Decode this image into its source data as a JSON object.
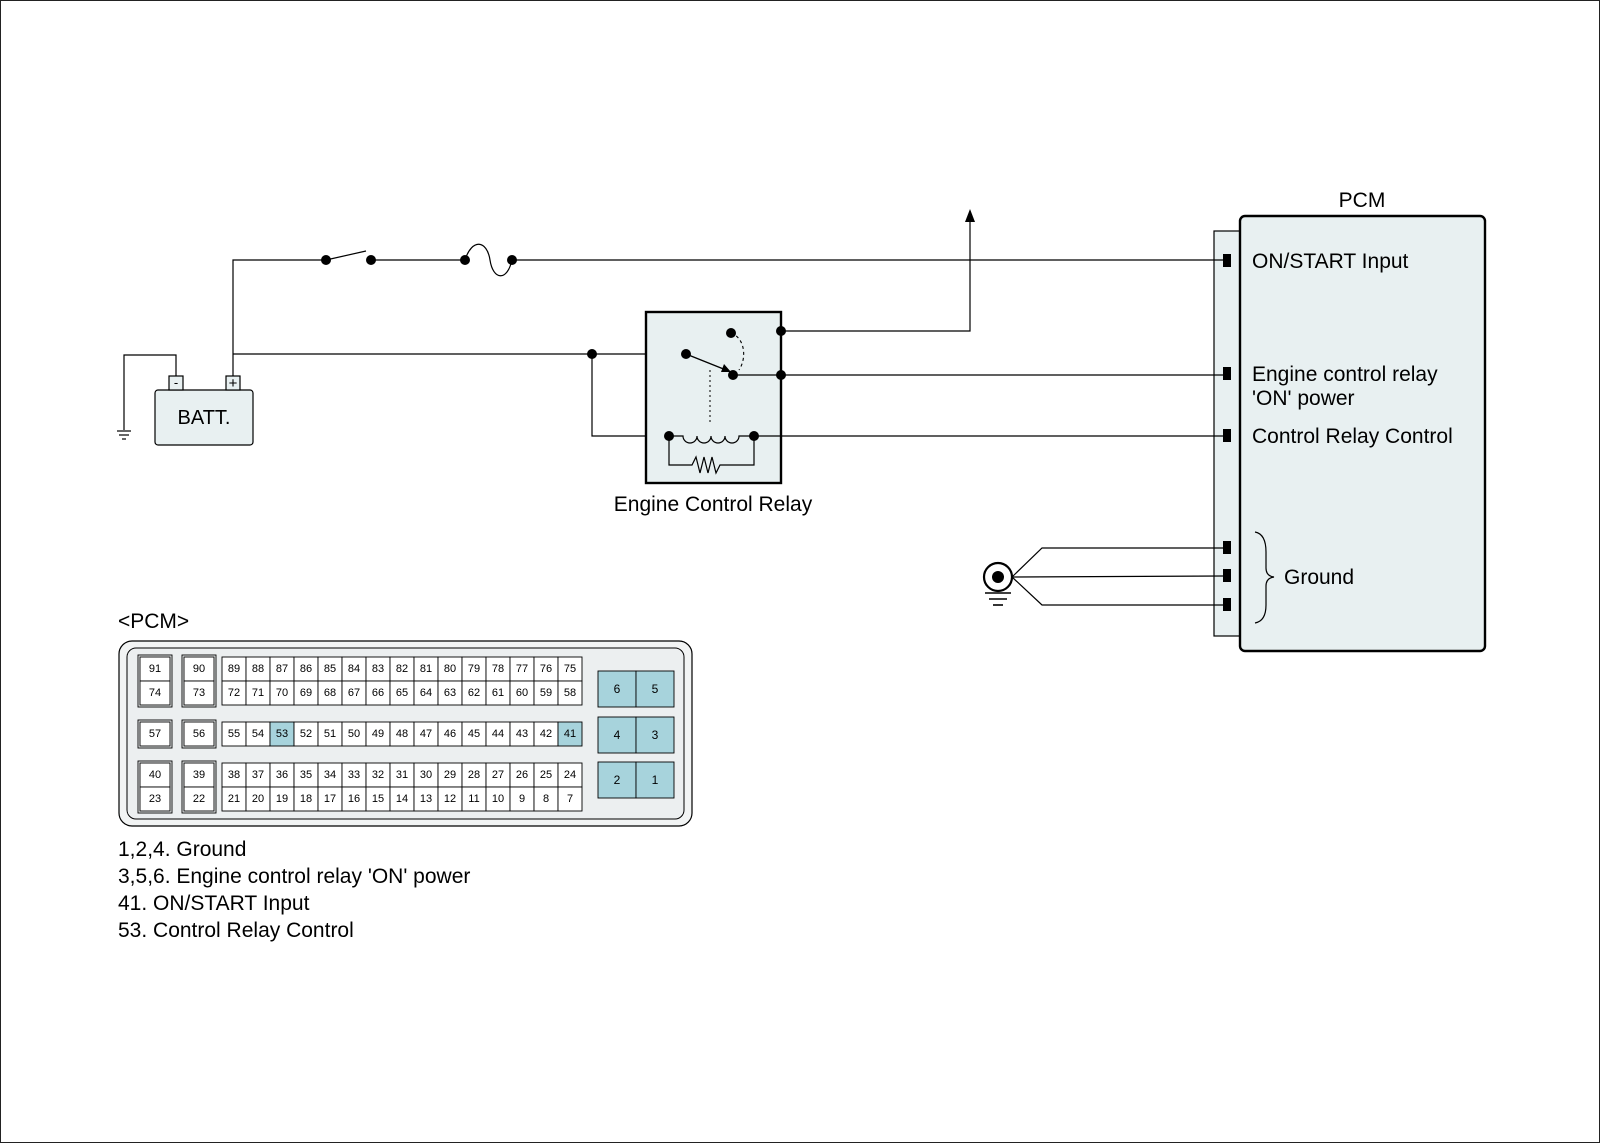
{
  "pcm": {
    "title": "PCM",
    "inputs": {
      "on_start": "ON/START Input",
      "ecr_power_line1": "Engine control relay",
      "ecr_power_line2": "'ON' power",
      "relay_control": "Control Relay Control",
      "ground": "Ground"
    }
  },
  "battery": {
    "label": "BATT.",
    "neg": "-",
    "pos": "+"
  },
  "relay": {
    "label": "Engine Control Relay"
  },
  "connector": {
    "title": "<PCM>",
    "highlight_color": "#a7d3dc",
    "rows": [
      [
        "91",
        "90",
        "89",
        "88",
        "87",
        "86",
        "85",
        "84",
        "83",
        "82",
        "81",
        "80",
        "79",
        "78",
        "77",
        "76",
        "75"
      ],
      [
        "74",
        "73",
        "72",
        "71",
        "70",
        "69",
        "68",
        "67",
        "66",
        "65",
        "64",
        "63",
        "62",
        "61",
        "60",
        "59",
        "58"
      ],
      [
        "57",
        "56",
        "55",
        "54",
        "53",
        "52",
        "51",
        "50",
        "49",
        "48",
        "47",
        "46",
        "45",
        "44",
        "43",
        "42",
        "41"
      ],
      [
        "40",
        "39",
        "38",
        "37",
        "36",
        "35",
        "34",
        "33",
        "32",
        "31",
        "30",
        "29",
        "28",
        "27",
        "26",
        "25",
        "24"
      ],
      [
        "23",
        "22",
        "21",
        "20",
        "19",
        "18",
        "17",
        "16",
        "15",
        "14",
        "13",
        "12",
        "11",
        "10",
        "9",
        "8",
        "7"
      ]
    ],
    "highlighted_pins": [
      "53",
      "41"
    ],
    "power_pins": [
      [
        "6",
        "5"
      ],
      [
        "4",
        "3"
      ],
      [
        "2",
        "1"
      ]
    ]
  },
  "legend": [
    "1,2,4. Ground",
    "3,5,6. Engine control relay 'ON' power",
    "41. ON/START Input",
    "53. Control Relay Control"
  ]
}
